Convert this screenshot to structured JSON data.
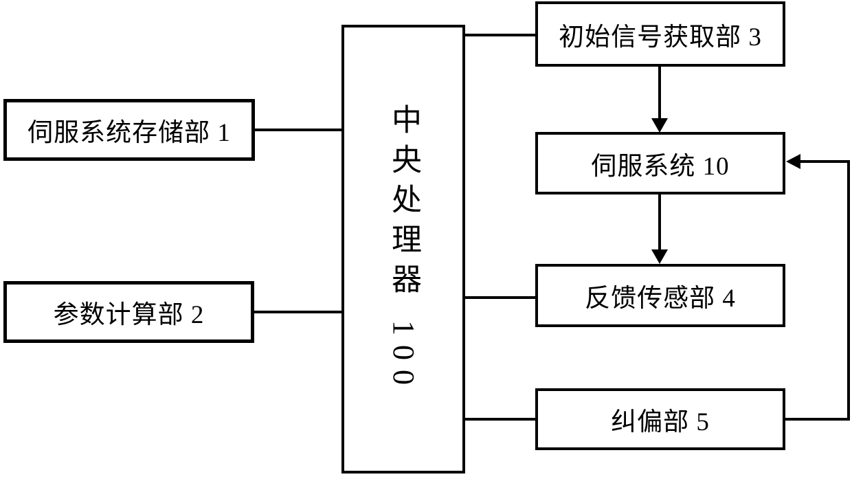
{
  "figure": {
    "type": "block-diagram",
    "background_color": "#ffffff",
    "stroke_color": "#000000",
    "nodes": [
      {
        "id": "servo-storage",
        "label": "伺服系统存储部 1"
      },
      {
        "id": "param-calc",
        "label": "参数计算部 2"
      },
      {
        "id": "cpu",
        "label": "中央处理器 100",
        "text_orientation": "vertical"
      },
      {
        "id": "initial-signal",
        "label": "初始信号获取部 3"
      },
      {
        "id": "servo-system",
        "label": "伺服系统 10"
      },
      {
        "id": "feedback-sensor",
        "label": "反馈传感部 4"
      },
      {
        "id": "deviation-corrector",
        "label": "纠偏部 5"
      }
    ],
    "edges": [
      {
        "from": "servo-storage",
        "to": "cpu",
        "style": "plain-line"
      },
      {
        "from": "param-calc",
        "to": "cpu",
        "style": "plain-line"
      },
      {
        "from": "cpu",
        "to": "initial-signal",
        "style": "plain-line"
      },
      {
        "from": "initial-signal",
        "to": "servo-system",
        "style": "arrow-down"
      },
      {
        "from": "servo-system",
        "to": "feedback-sensor",
        "style": "arrow-down"
      },
      {
        "from": "feedback-sensor",
        "to": "cpu",
        "style": "plain-line"
      },
      {
        "from": "deviation-corrector",
        "to": "cpu",
        "style": "plain-line"
      },
      {
        "from": "deviation-corrector",
        "to": "servo-system",
        "style": "arrow-left-loop"
      }
    ]
  }
}
